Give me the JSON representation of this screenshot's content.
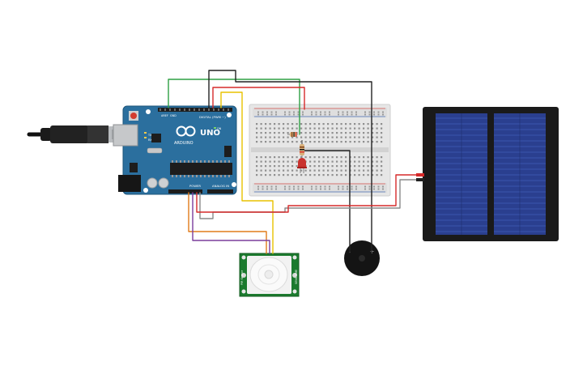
{
  "arduino": {
    "brand": "ARDUINO",
    "model": "UNO",
    "digital_header_label": "DIGITAL (PWM ~)",
    "power_header_label": "POWER",
    "analog_header_label": "ANALOG IN",
    "aref_label": "AREF",
    "gnd_label": "GND",
    "tx_label": "TX",
    "rx_label": "RX",
    "on_label": "ON"
  },
  "pir_sensor": {
    "left_label": "PIR Sensor",
    "right_label": "SENS TIME"
  },
  "buzzer": {
    "minus_label": "-",
    "plus_label": "+"
  },
  "colors": {
    "board": "#2b6f9e",
    "breadboard": "#e6e6e6",
    "solar_frame": "#1a1a1a",
    "solar_cell": "#2a3f8f",
    "pir_board": "#1b7a2e",
    "wire_green": "#2ea043",
    "wire_red": "#d62a2a",
    "wire_black": "#222222",
    "wire_yellow": "#e8c200",
    "wire_orange": "#e07b1a",
    "wire_purple": "#7a3d9c",
    "wire_gray": "#8a8a8a"
  }
}
